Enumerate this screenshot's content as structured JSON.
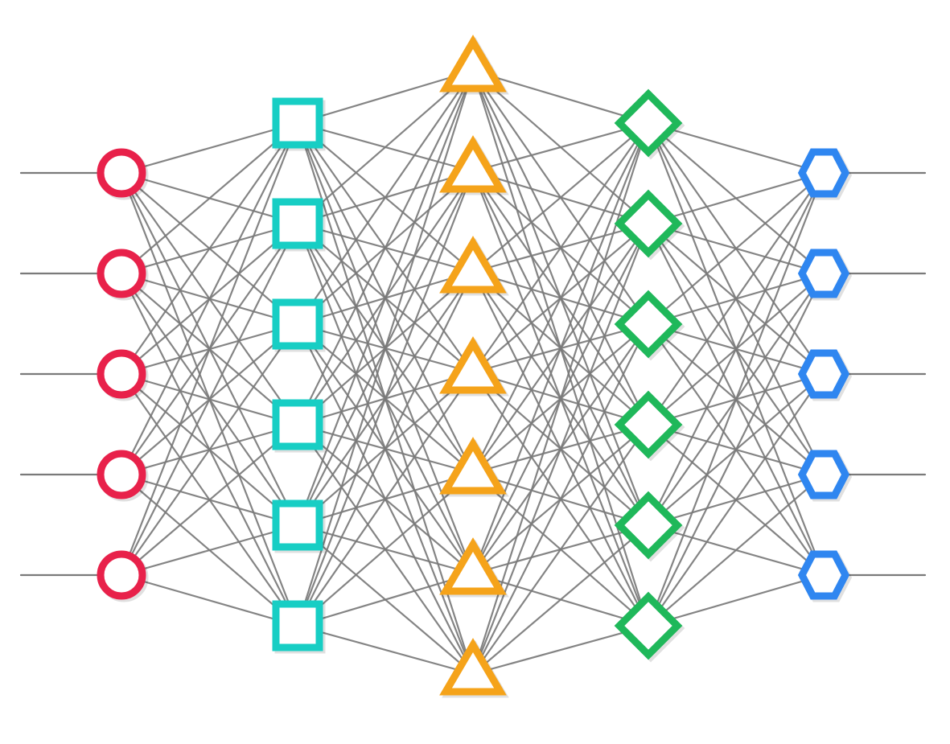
{
  "diagram": {
    "type": "neural-network",
    "edge_color": "#7a7a7a",
    "background": "#ffffff",
    "has_input_lines": true,
    "has_output_lines": true,
    "connectivity": "fully-connected",
    "layers": [
      {
        "id": "layer-1",
        "shape": "circle",
        "color": "#e8214a",
        "node_count": 5
      },
      {
        "id": "layer-2",
        "shape": "square",
        "color": "#17cec4",
        "node_count": 6
      },
      {
        "id": "layer-3",
        "shape": "triangle",
        "color": "#f5a31a",
        "node_count": 7
      },
      {
        "id": "layer-4",
        "shape": "diamond",
        "color": "#1fb85a",
        "node_count": 6
      },
      {
        "id": "layer-5",
        "shape": "hexagon",
        "color": "#2f86f0",
        "node_count": 5
      }
    ]
  }
}
